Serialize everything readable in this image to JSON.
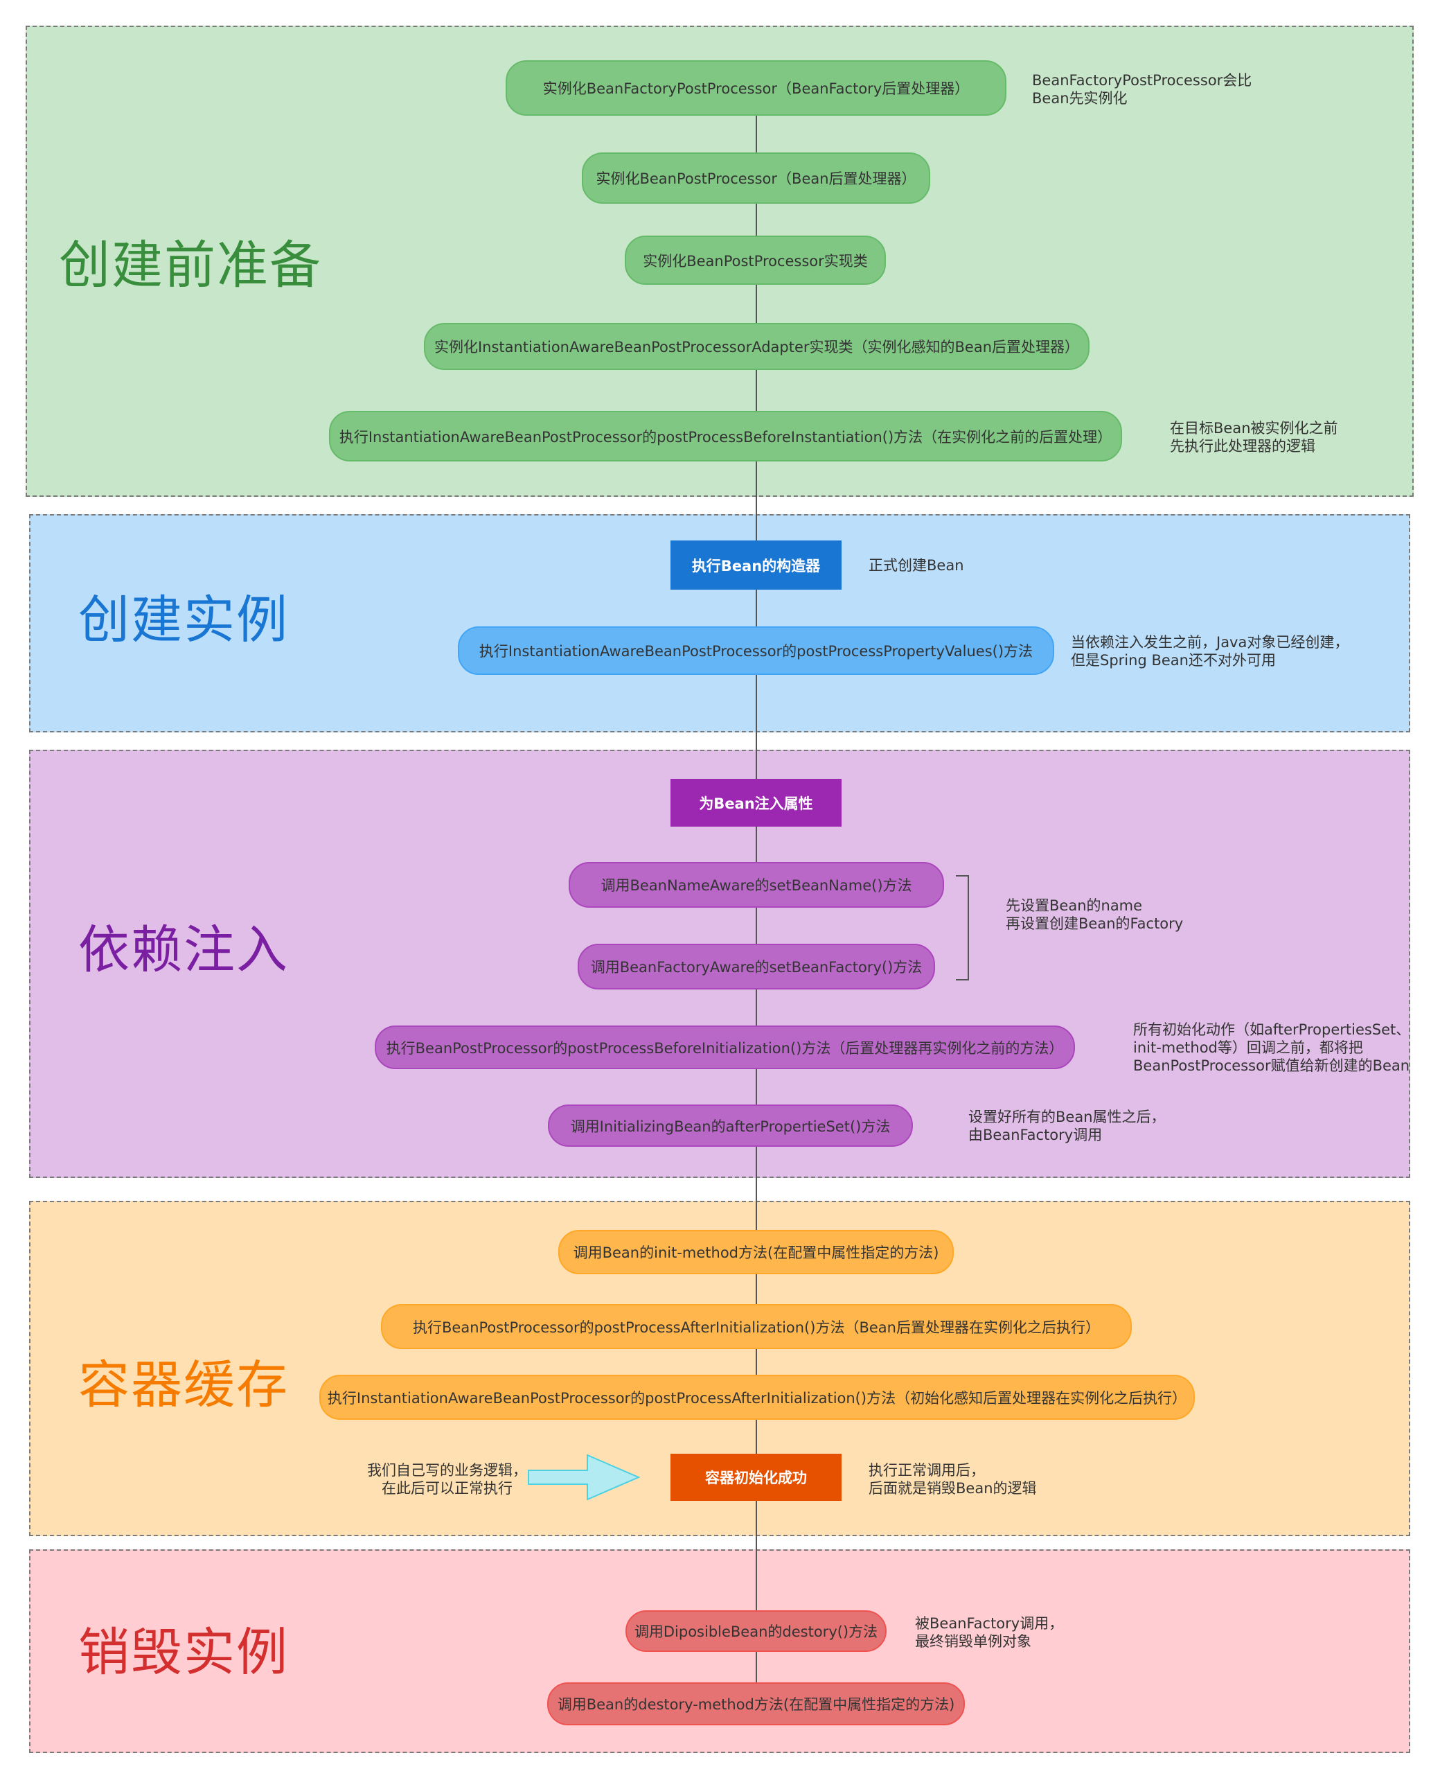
{
  "colors": {
    "green_bg": "#c8e6c9",
    "green_title": "#388e3c",
    "blue_bg": "#bbdefb",
    "blue_title": "#1976d2",
    "purple_bg": "#e1bee7",
    "purple_title": "#7b1fa2",
    "orange_bg": "#ffe0b2",
    "orange_title": "#f57c00",
    "red_bg": "#ffcdd2",
    "red_title": "#d32f2f"
  },
  "sections": {
    "prepare": {
      "title": "创建前准备"
    },
    "create": {
      "title": "创建实例"
    },
    "inject": {
      "title": "依赖注入"
    },
    "cache": {
      "title": "容器缓存"
    },
    "destroy": {
      "title": "销毁实例"
    }
  },
  "nodes": {
    "n1": "实例化BeanFactoryPostProcessor（BeanFactory后置处理器）",
    "n2": "实例化BeanPostProcessor（Bean后置处理器）",
    "n3": "实例化BeanPostProcessor实现类",
    "n4": "实例化InstantiationAwareBeanPostProcessorAdapter实现类（实例化感知的Bean后置处理器）",
    "n5": "执行InstantiationAwareBeanPostProcessor的postProcessBeforeInstantiation()方法（在实例化之前的后置处理）",
    "n6": "执行Bean的构造器",
    "n7": "执行InstantiationAwareBeanPostProcessor的postProcessPropertyValues()方法",
    "n8": "为Bean注入属性",
    "n9": "调用BeanNameAware的setBeanName()方法",
    "n10": "调用BeanFactoryAware的setBeanFactory()方法",
    "n11": "执行BeanPostProcessor的postProcessBeforeInitialization()方法（后置处理器再实例化之前的方法）",
    "n12": "调用InitializingBean的afterPropertieSet()方法",
    "n13": "调用Bean的init-method方法(在配置中属性指定的方法)",
    "n14": "执行BeanPostProcessor的postProcessAfterInitialization()方法（Bean后置处理器在实例化之后执行）",
    "n15": "执行InstantiationAwareBeanPostProcessor的postProcessAfterInitialization()方法（初始化感知后置处理器在实例化之后执行）",
    "n16": "容器初始化成功",
    "n17": "调用DiposibleBean的destory()方法",
    "n18": "调用Bean的destory-method方法(在配置中属性指定的方法)"
  },
  "notes": {
    "a": [
      "BeanFactoryPostProcessor会比",
      "Bean先实例化"
    ],
    "b": [
      "在目标Bean被实例化之前",
      "先执行此处理器的逻辑"
    ],
    "c": [
      "正式创建Bean"
    ],
    "d": [
      "当依赖注入发生之前，Java对象已经创建，",
      "但是Spring Bean还不对外可用"
    ],
    "e": [
      "先设置Bean的name",
      "再设置创建Bean的Factory"
    ],
    "f": [
      "所有初始化动作（如afterPropertiesSet、",
      "init-method等）回调之前，都将把",
      "BeanPostProcessor赋值给新创建的Bean"
    ],
    "g": [
      "设置好所有的Bean属性之后，",
      "由BeanFactory调用"
    ],
    "h": [
      "我们自己写的业务逻辑，",
      "在此后可以正常执行"
    ],
    "i": [
      "执行正常调用后，",
      "后面就是销毁Bean的逻辑"
    ],
    "j": [
      "被BeanFactory调用，",
      "最终销毁单例对象"
    ]
  },
  "rect_colors": {
    "n6": "#1976d2",
    "n8": "#9c27b0",
    "n16": "#e65100"
  },
  "arrow_color": "#b2ebf2"
}
